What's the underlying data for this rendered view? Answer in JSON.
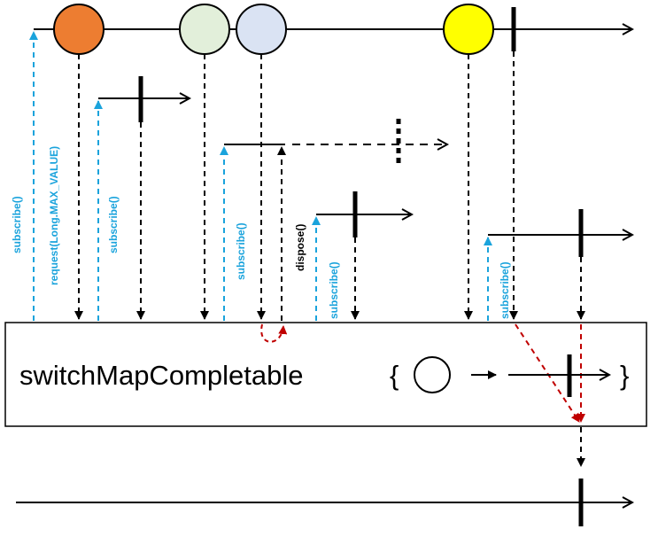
{
  "operator": {
    "name": "switchMapCompletable",
    "open_brace": "{",
    "close_brace": "}"
  },
  "labels": {
    "subscribe": "subscribe()",
    "request": "request(Long.MAX_VALUE)",
    "dispose": "dispose()"
  },
  "colors": {
    "marble_orange": "#ed7d31",
    "marble_green": "#e2efda",
    "marble_blue": "#dae3f3",
    "marble_yellow": "#ffff00",
    "subscribe_arrow": "#1aa3dc",
    "dispose_arrow": "#c00000",
    "line": "#000000"
  }
}
